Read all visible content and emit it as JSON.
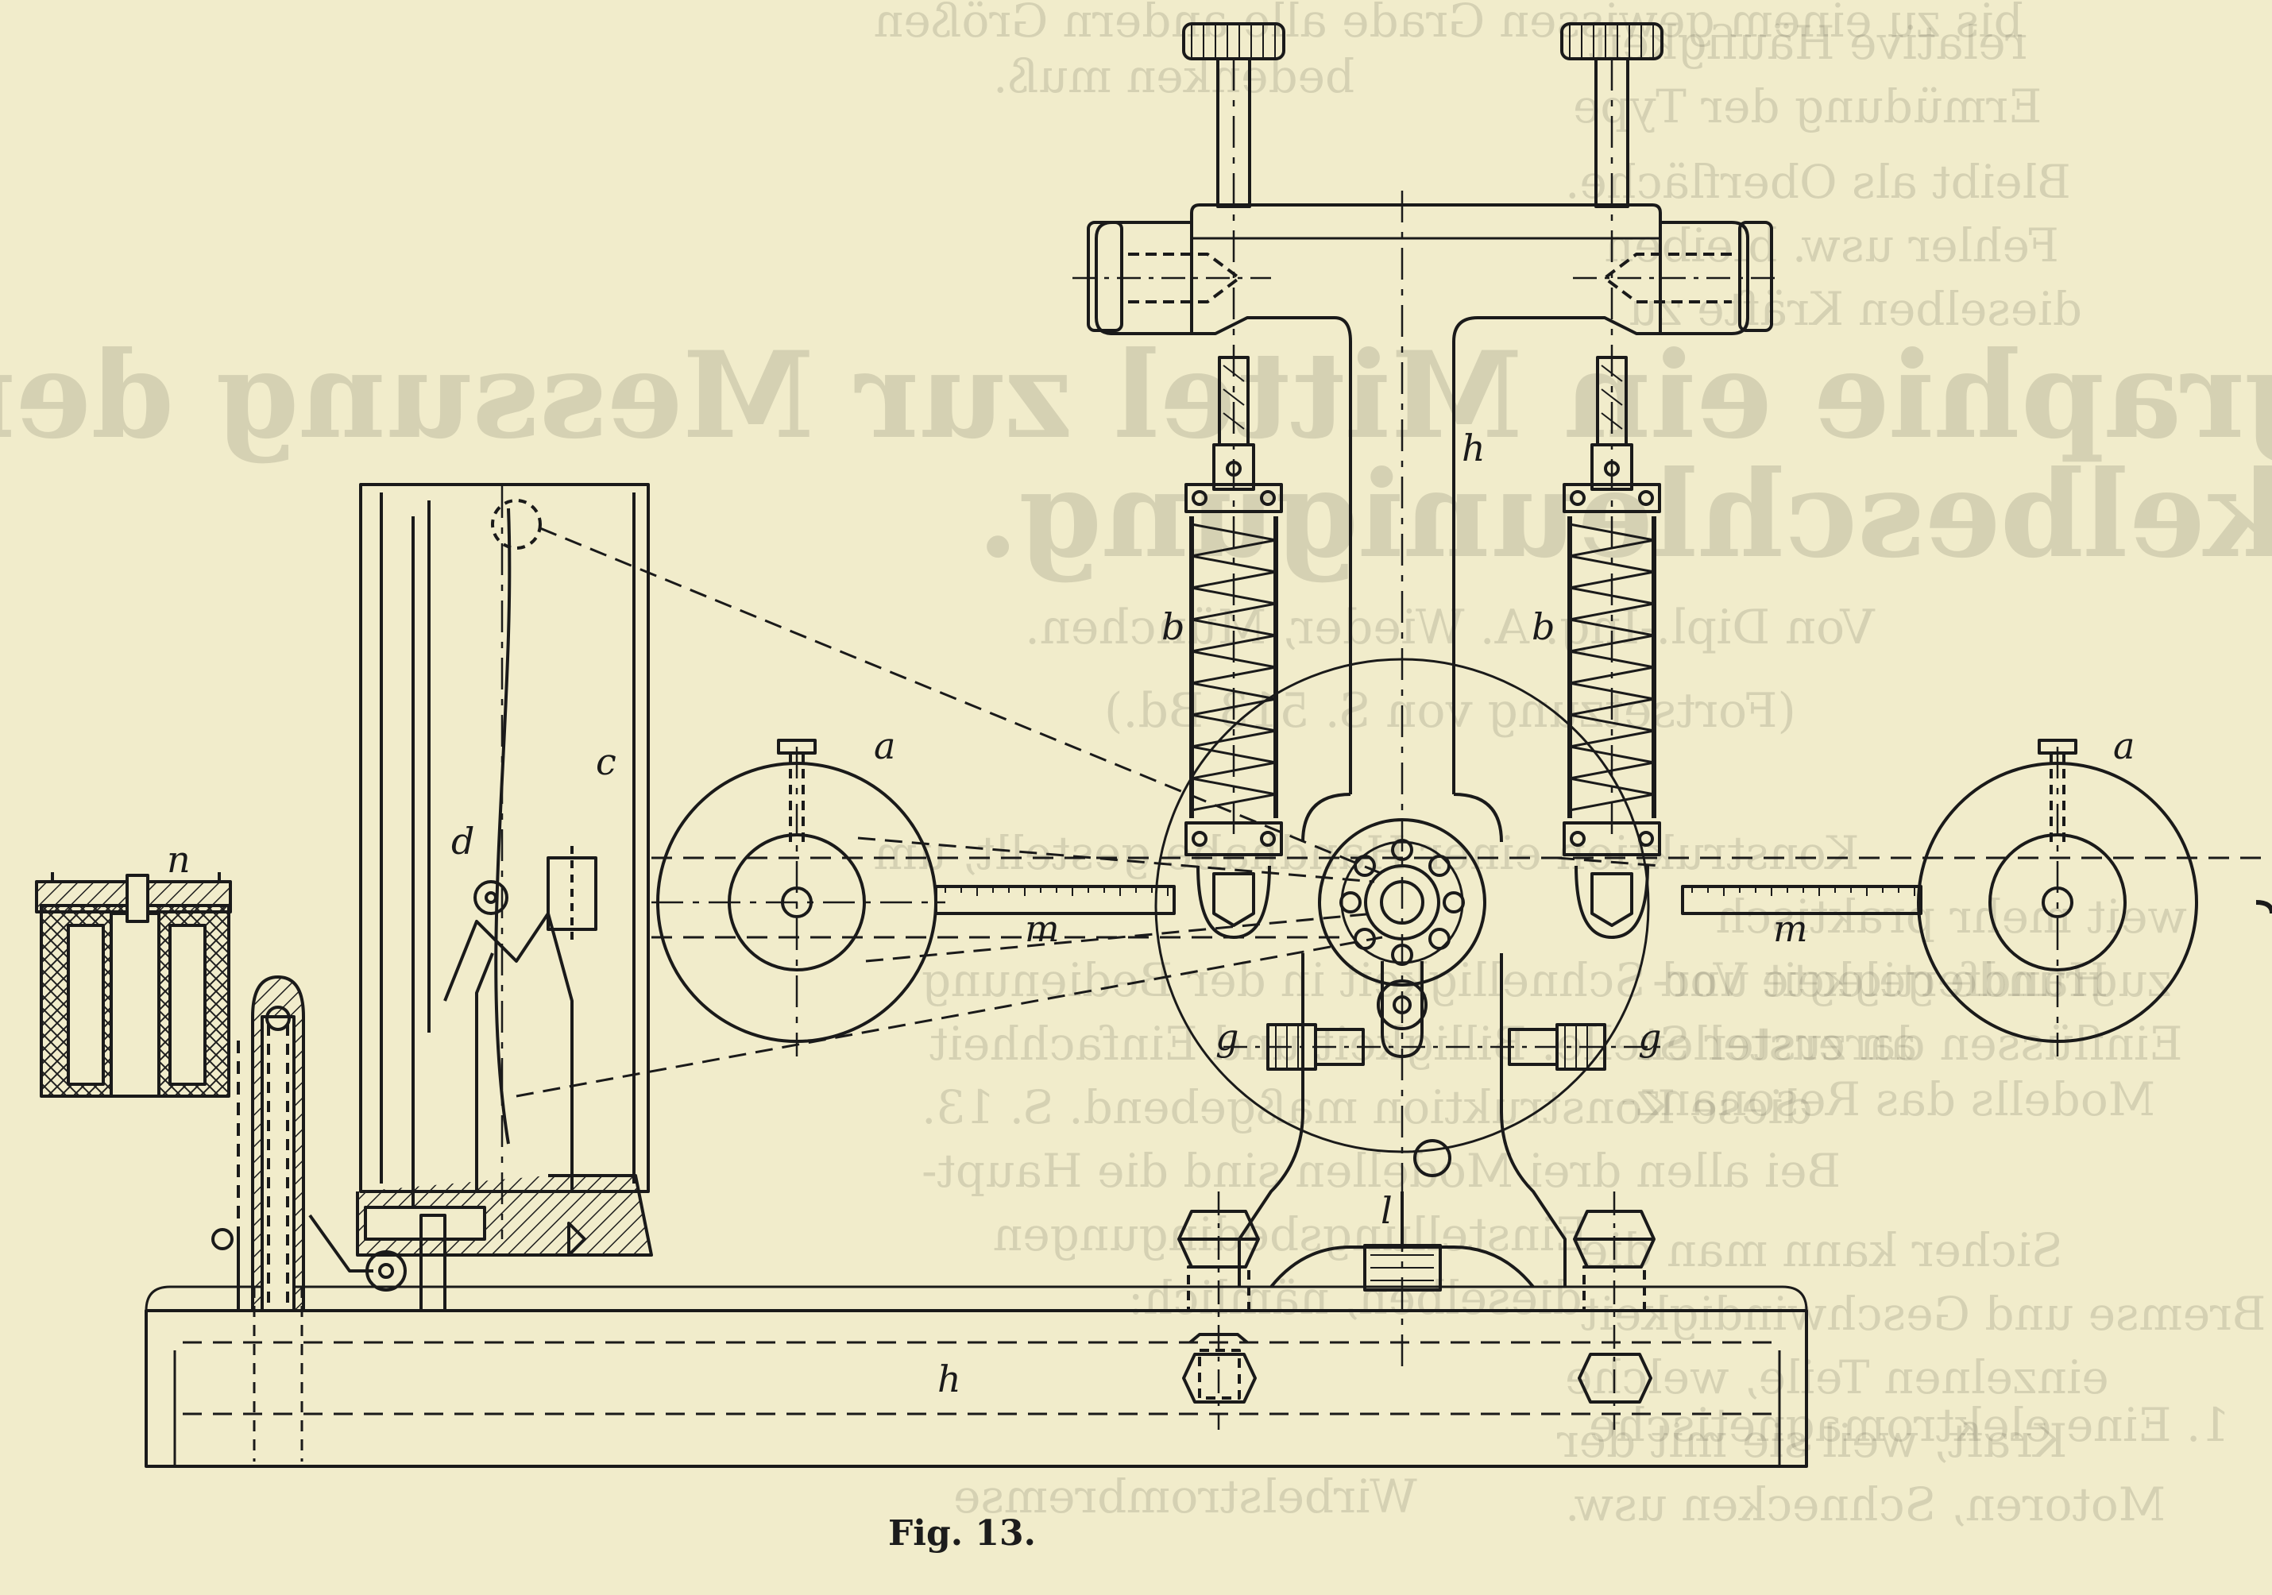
{
  "figure": {
    "caption": "Fig. 13.",
    "labels": {
      "n": "n",
      "c": "c",
      "d": "d",
      "a_left": "a",
      "a_right": "a",
      "m_left": "m",
      "m_right": "m",
      "b_left": "b",
      "b_right": "b",
      "h_column": "h",
      "h_base": "h",
      "g_left": "g",
      "g_right": "g",
      "l": "l"
    }
  },
  "show_through": {
    "lines": [
      "bis zu einem gewissen Grade alle andern Größen",
      "bedenken muß.",
      "relative Häufigkeit",
      "Ermüdung der Type",
      "Bleibt als Oberfläche.",
      "Fehler usw. bleiben",
      "dieselben Kräfte zu",
      "Undographie ein Mittel zur Messung der",
      "Winkelbeschleunigung.",
      "Von Dipl.-Ing. A. Wieder, München.",
      "(Fortsetzung von S. 513 Bd.)",
      "Konstruktion einer Handhabe gestellt, um",
      "weit mehr praktisch",
      "zugrunde gelegte Vor-",
      "Einflüssen darzustellen",
      "Modells das Resonanz-",
      "Handfertigkeit und Schnelligkeit in der Bedienung",
      "an erster Stelle. Billigkeit und Einfachheit",
      "diese Konstruktion maßgebend. S. 13.",
      "Bei allen drei Modellen sind die Haupt-",
      "Einstellungsbedingungen",
      "dieselben, nämlich:",
      "1. Eine elektromagnetische",
      "Wirbelstrombremse",
      "Sicher kann man die",
      "Bremse und Geschwindigkeit",
      "einzelnen Teile, welche",
      "Kraft, weil sie mit der",
      "Motoren, Schnecken usw."
    ]
  }
}
